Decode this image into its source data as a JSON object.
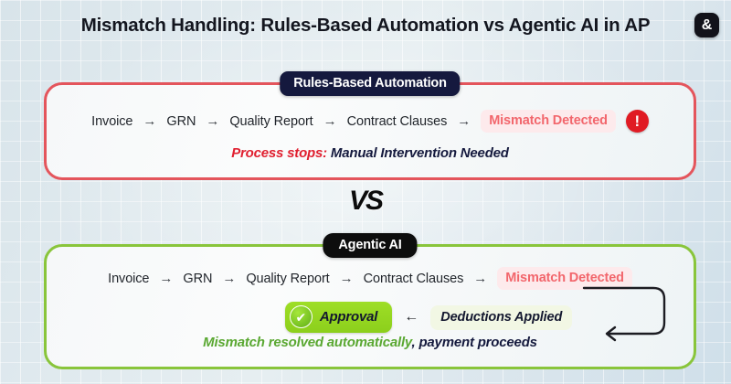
{
  "header": {
    "title": "Mismatch Handling: Rules-Based Automation vs Agentic AI in AP",
    "logo_glyph": "&",
    "logo_name": "ampersand-brand-logo"
  },
  "divider": {
    "label": "VS"
  },
  "colors": {
    "red_border": "#e4555c",
    "green_border": "#89c53b",
    "navy_badge": "#15193e",
    "black_badge": "#0d0d0d",
    "mismatch_text": "#f2666c",
    "mismatch_bg": "#fdeaec",
    "error_red": "#e01b24",
    "approval_green": "#8ccf1c",
    "deductions_bg": "#f2f7e4",
    "tagline_red": "#e02030",
    "tagline_green": "#5aa832",
    "tagline_navy": "#151a3e",
    "background": "#dde7ec"
  },
  "rules_panel": {
    "badge": "Rules-Based Automation",
    "flow": [
      {
        "label": "Invoice",
        "type": "step"
      },
      {
        "label": "→",
        "type": "arrow"
      },
      {
        "label": "GRN",
        "type": "step"
      },
      {
        "label": "→",
        "type": "arrow"
      },
      {
        "label": "Quality Report",
        "type": "step"
      },
      {
        "label": "→",
        "type": "arrow"
      },
      {
        "label": "Contract Clauses",
        "type": "step"
      },
      {
        "label": "→",
        "type": "arrow"
      }
    ],
    "mismatch_chip": "Mismatch Detected",
    "error_icon_glyph": "!",
    "tagline_emphasis": "Process stops:",
    "tagline_rest": " Manual Intervention Needed"
  },
  "agentic_panel": {
    "badge": "Agentic AI",
    "flow": [
      {
        "label": "Invoice",
        "type": "step"
      },
      {
        "label": "→",
        "type": "arrow"
      },
      {
        "label": "GRN",
        "type": "step"
      },
      {
        "label": "→",
        "type": "arrow"
      },
      {
        "label": "Quality Report",
        "type": "step"
      },
      {
        "label": "→",
        "type": "arrow"
      },
      {
        "label": "Contract Clauses",
        "type": "step"
      },
      {
        "label": "→",
        "type": "arrow"
      }
    ],
    "mismatch_chip": "Mismatch Detected",
    "approval_label": "Approval",
    "check_icon_glyph": "✔",
    "arrow_left_glyph": "←",
    "deductions_chip": "Deductions Applied",
    "tagline_emphasis": "Mismatch resolved automatically",
    "tagline_rest": ", payment proceeds"
  }
}
